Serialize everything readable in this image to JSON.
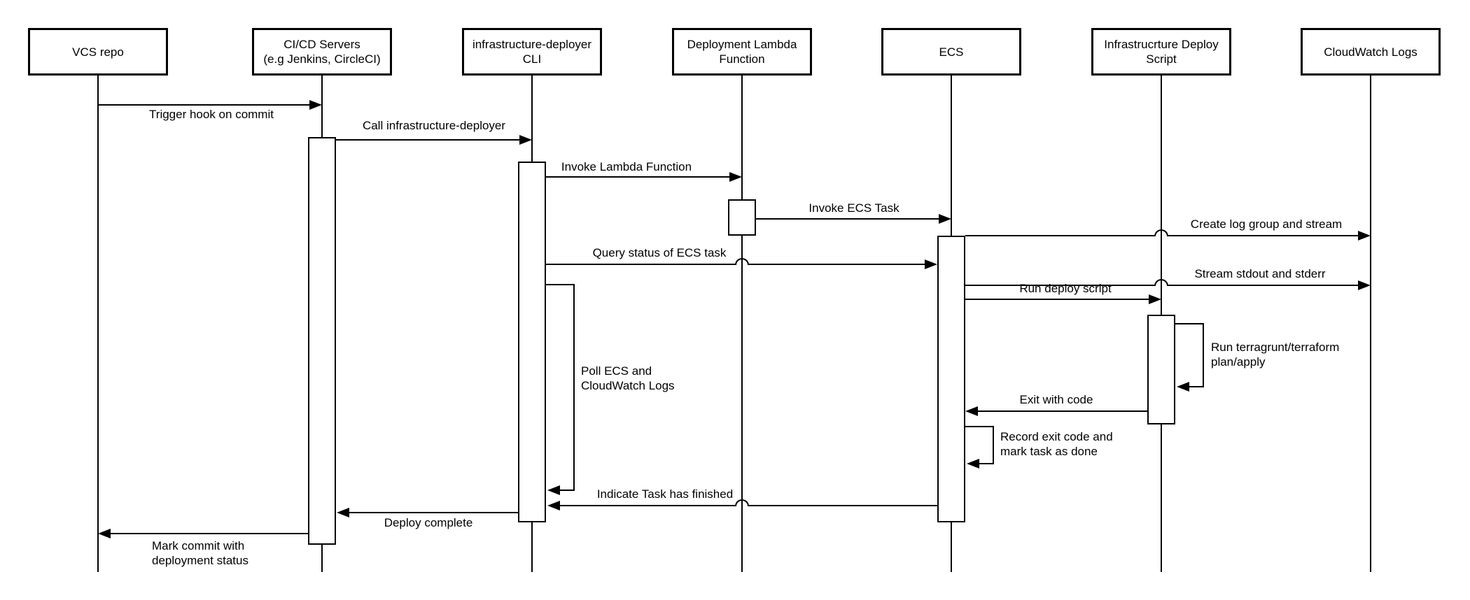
{
  "diagram": {
    "type": "uml-sequence",
    "colors": {
      "line": "#000000",
      "background": "#ffffff",
      "text": "#000000"
    },
    "actors": [
      {
        "id": "vcs-repo",
        "lines": [
          "VCS repo"
        ]
      },
      {
        "id": "cicd-servers",
        "lines": [
          "CI/CD Servers",
          "(e.g Jenkins, CircleCI)"
        ]
      },
      {
        "id": "infrastructure-deployer-cli",
        "lines": [
          "infrastructure-deployer",
          "CLI"
        ]
      },
      {
        "id": "deployment-lambda-function",
        "lines": [
          "Deployment Lambda",
          "Function"
        ]
      },
      {
        "id": "ecs",
        "lines": [
          "ECS"
        ]
      },
      {
        "id": "infrastructure-deploy-script",
        "lines": [
          "Infrastrucrture Deploy",
          "Script"
        ]
      },
      {
        "id": "cloudwatch-logs",
        "lines": [
          "CloudWatch Logs"
        ]
      }
    ],
    "messages": [
      {
        "id": "trigger-hook",
        "from": "vcs-repo",
        "to": "cicd-servers",
        "lines": [
          "Trigger hook on commit"
        ],
        "label_position": "below-arrow"
      },
      {
        "id": "call-infrastructure-deployer",
        "from": "cicd-servers",
        "to": "infrastructure-deployer-cli",
        "lines": [
          "Call infrastructure-deployer"
        ],
        "label_position": "above-arrow"
      },
      {
        "id": "invoke-lambda",
        "from": "infrastructure-deployer-cli",
        "to": "deployment-lambda-function",
        "lines": [
          "Invoke Lambda Function"
        ],
        "label_position": "above-arrow"
      },
      {
        "id": "invoke-ecs-task",
        "from": "deployment-lambda-function",
        "to": "ecs",
        "lines": [
          "Invoke ECS Task"
        ],
        "label_position": "above-arrow"
      },
      {
        "id": "create-log-group",
        "from": "ecs",
        "to": "cloudwatch-logs",
        "lines": [
          "Create log group and stream"
        ],
        "label_position": "above-arrow"
      },
      {
        "id": "query-status",
        "from": "infrastructure-deployer-cli",
        "to": "ecs",
        "lines": [
          "Query status of ECS task"
        ],
        "label_position": "above-arrow"
      },
      {
        "id": "stream-stdout",
        "from": "ecs",
        "to": "cloudwatch-logs",
        "lines": [
          "Stream stdout and stderr"
        ],
        "label_position": "above-arrow"
      },
      {
        "id": "run-deploy-script",
        "from": "ecs",
        "to": "infrastructure-deploy-script",
        "lines": [
          "Run deploy script"
        ],
        "label_position": "above-arrow"
      },
      {
        "id": "run-terragrunt",
        "type": "self-call",
        "actor": "infrastructure-deploy-script",
        "lines": [
          "Run terragrunt/terraform",
          "plan/apply"
        ]
      },
      {
        "id": "exit-with-code",
        "from": "infrastructure-deploy-script",
        "to": "ecs",
        "lines": [
          "Exit with code"
        ],
        "label_position": "above-arrow"
      },
      {
        "id": "record-exit-code",
        "type": "self-call",
        "actor": "ecs",
        "lines": [
          "Record exit code and",
          "mark task as done"
        ]
      },
      {
        "id": "poll-ecs",
        "type": "self-loop",
        "actor": "infrastructure-deployer-cli",
        "lines": [
          "Poll ECS and",
          "CloudWatch Logs"
        ]
      },
      {
        "id": "indicate-finished",
        "from": "ecs",
        "to": "infrastructure-deployer-cli",
        "lines": [
          "Indicate Task has finished"
        ],
        "label_position": "above-arrow"
      },
      {
        "id": "deploy-complete",
        "from": "infrastructure-deployer-cli",
        "to": "cicd-servers",
        "lines": [
          "Deploy complete"
        ],
        "label_position": "below-arrow"
      },
      {
        "id": "mark-commit",
        "from": "cicd-servers",
        "to": "vcs-repo",
        "lines": [
          "Mark commit with",
          "deployment status"
        ],
        "label_position": "below-arrow"
      }
    ]
  }
}
